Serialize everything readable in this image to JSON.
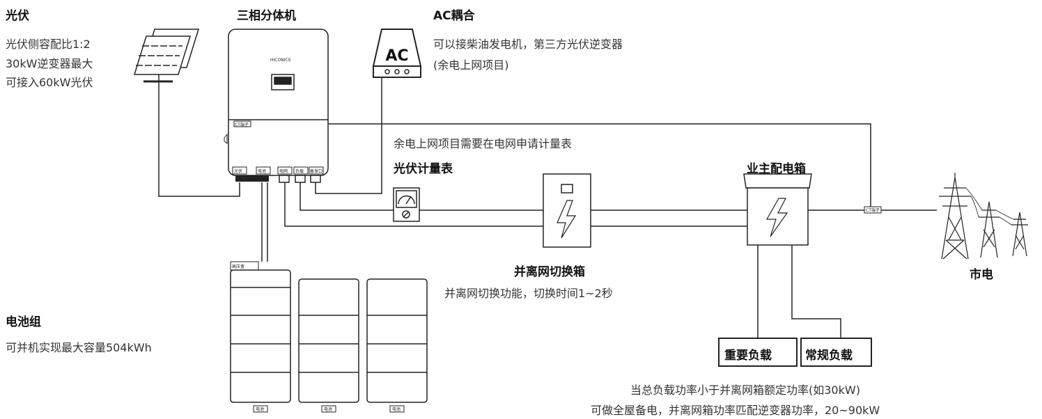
{
  "pv": {
    "title": "光伏",
    "line1": "光伏侧容配比1:2",
    "line2": "30kW逆变器最大",
    "line3": "可接入60kW光伏"
  },
  "inverter": {
    "title": "三相分体机",
    "brand": "HICONICS",
    "ct_port": "CT端子",
    "ports": [
      "光伏",
      "电池",
      "电网",
      "负载",
      "备发口"
    ]
  },
  "ac": {
    "title": "AC耦合",
    "box_label": "AC",
    "line1": "可以接柴油发电机，第三方光伏逆变器",
    "line2": "(余电上网项目)"
  },
  "meter": {
    "note": "余电上网项目需要在电网申请计量表",
    "title": "光伏计量表"
  },
  "switchbox": {
    "title": "并离网切换箱",
    "desc": "并离网切换功能，切换时间1~2秒"
  },
  "owner_box": {
    "title": "业主配电箱"
  },
  "grid": {
    "title": "市电",
    "ct_label": "CT端子"
  },
  "battery": {
    "title": "电池组",
    "desc": "可并机实现最大容量504kWh",
    "top_label": "高压盒",
    "bottom_labels": [
      "电池",
      "电池",
      "电池"
    ]
  },
  "loads": {
    "important": "重要负载",
    "regular": "常规负载",
    "note1": "当总负载功率小于并离网箱额定功率(如30kW)",
    "note2": "可做全屋备电，并离网箱功率匹配逆变器功率，20~90kW"
  },
  "colors": {
    "line": "#222222",
    "background": "#ffffff"
  }
}
